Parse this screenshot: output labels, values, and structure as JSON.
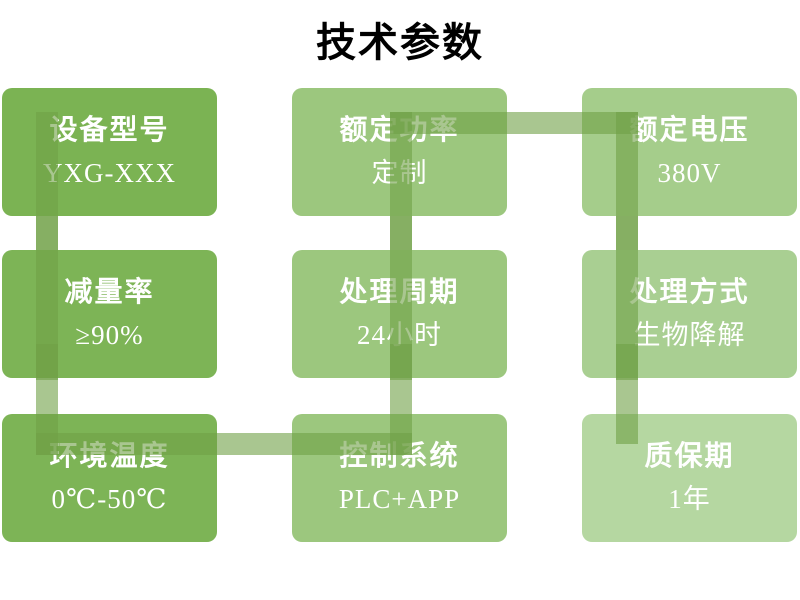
{
  "slide": {
    "title": "技术参数",
    "background_color": "#ffffff",
    "title_color": "#000000"
  },
  "connector": {
    "color": "rgba(111,160,70,0.6)"
  },
  "cards": [
    {
      "name": "device-model",
      "label": "设备型号",
      "value": "YXG-XXX",
      "color": "#7BB353"
    },
    {
      "name": "rated-power",
      "label": "额定功率",
      "value": "定制",
      "color": "#9CC77E"
    },
    {
      "name": "rated-voltage",
      "label": "额定电压",
      "value": "380V",
      "color": "#A5CD8B"
    },
    {
      "name": "reduction-rate",
      "label": "减量率",
      "value": "≥90%",
      "color": "#7DB456"
    },
    {
      "name": "processing-cycle",
      "label": "处理周期",
      "value": "24小时",
      "color": "#9CC77E"
    },
    {
      "name": "processing-method",
      "label": "处理方式",
      "value": "生物降解",
      "color": "#A9CF92"
    },
    {
      "name": "ambient-temperature",
      "label": "环境温度",
      "value": "0℃-50℃",
      "color": "#7DB456"
    },
    {
      "name": "control-system",
      "label": "控制系统",
      "value": "PLC+APP",
      "color": "#9CC77E"
    },
    {
      "name": "warranty-period",
      "label": "质保期",
      "value": "1年",
      "color": "#B5D7A1"
    }
  ]
}
